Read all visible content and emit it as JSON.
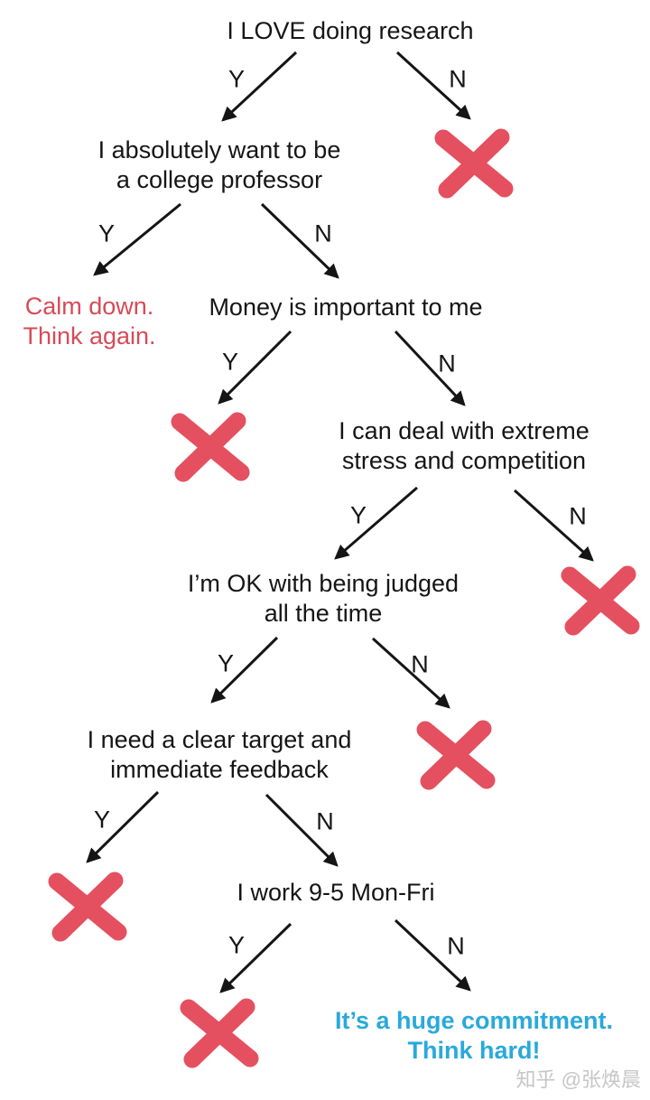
{
  "flowchart": {
    "labels": {
      "yes": "Y",
      "no": "N"
    },
    "nodes": [
      {
        "id": "research",
        "text": "I LOVE doing research",
        "yes": "professor",
        "no": "reject-x"
      },
      {
        "id": "professor",
        "text": "I absolutely want to be\na college professor",
        "yes": "calm-down",
        "no": "money"
      },
      {
        "id": "money",
        "text": "Money is important to me",
        "yes": "reject-x",
        "no": "stress"
      },
      {
        "id": "stress",
        "text": "I can deal with extreme\nstress and competition",
        "yes": "judged",
        "no": "reject-x"
      },
      {
        "id": "judged",
        "text": "I’m OK with being judged\nall the time",
        "yes": "target",
        "no": "reject-x"
      },
      {
        "id": "target",
        "text": "I need a clear target and\nimmediate feedback",
        "yes": "reject-x",
        "no": "work-9-5"
      },
      {
        "id": "work-9-5",
        "text": "I work 9-5 Mon-Fri",
        "yes": "reject-x",
        "no": "commitment"
      }
    ],
    "outcomes": [
      {
        "id": "calm-down",
        "text": "Calm down.\nThink again."
      },
      {
        "id": "commitment",
        "text": "It’s a huge commitment.\nThink hard!"
      },
      {
        "id": "reject-x",
        "icon": "red-cross-mark",
        "count": 6
      }
    ],
    "colors": {
      "x_mark": "#E4505F",
      "warning_text": "#D64B57",
      "positive_text": "#29A9DC",
      "line": "#151515"
    },
    "watermark": "知乎 @张焕晨"
  }
}
